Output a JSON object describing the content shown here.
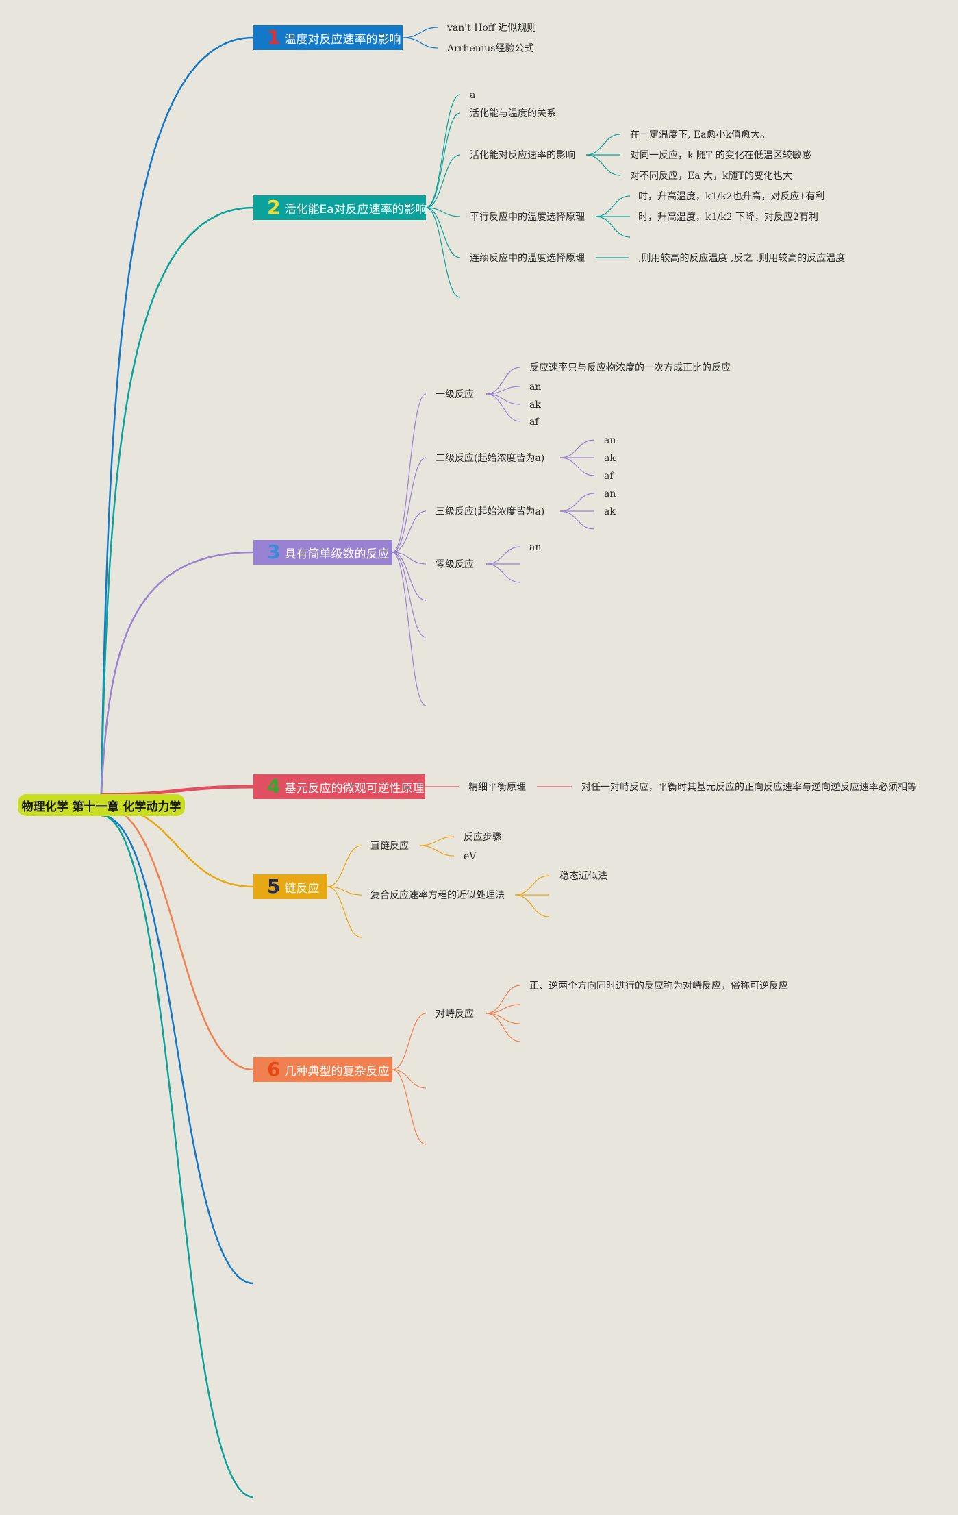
{
  "root": {
    "label": "物理化学 第十一章 化学动力学"
  },
  "topics": [
    {
      "num": "1",
      "label": "温度对反应速率的影响",
      "color": "#1478c8",
      "num_color": "#e03030",
      "children": [
        "van't Hoff 近似规则",
        "Arrhenius经验公式"
      ]
    },
    {
      "num": "2",
      "label": "活化能Ea对反应速率的影响",
      "color": "#0aa29a",
      "num_color": "#f0dc32",
      "children": [
        {
          "label": "a"
        },
        {
          "label": "活化能与温度的关系"
        },
        {
          "label": "活化能对反应速率的影响",
          "children": [
            "在一定温度下, Ea愈小k值愈大。",
            "对同一反应，k 随T 的变化在低温区较敏感",
            "对不同反应，Ea 大，k随T的变化也大"
          ]
        },
        {
          "label": "平行反应中的温度选择原理",
          "children": [
            "时，升高温度，k1/k2也升高，对反应1有利",
            "时，升高温度，k1/k2 下降，对反应2有利"
          ]
        },
        {
          "label": "连续反应中的温度选择原理",
          "children": [
            ",则用较高的反应温度 ,反之 ,则用较高的反应温度"
          ]
        }
      ]
    },
    {
      "num": "3",
      "label": "具有简单级数的反应",
      "color": "#9a82d2",
      "num_color": "#3a8cd8",
      "children": [
        {
          "label": "一级反应",
          "children": [
            "反应速率只与反应物浓度的一次方成正比的反应",
            "an",
            "ak",
            "af"
          ]
        },
        {
          "label": "二级反应(起始浓度皆为a)",
          "children": [
            "an",
            "ak",
            "af"
          ]
        },
        {
          "label": "三级反应(起始浓度皆为a)",
          "children": [
            "an",
            "ak"
          ]
        },
        {
          "label": "零级反应",
          "children": [
            "an"
          ]
        }
      ]
    },
    {
      "num": "4",
      "label": "基元反应的微观可逆性原理",
      "color": "#e05060",
      "num_color": "#36a832",
      "children": [
        {
          "label": "精细平衡原理",
          "children": [
            "对任一对峙反应，平衡时其基元反应的正向反应速率与逆向逆反应速率必须相等"
          ]
        }
      ]
    },
    {
      "num": "5",
      "label": "链反应",
      "color": "#e8a814",
      "num_color": "#1e2a5a",
      "children": [
        {
          "label": "直链反应",
          "children": [
            "反应步骤",
            "eV"
          ]
        },
        {
          "label": "复合反应速率方程的近似处理法",
          "children": [
            "稳态近似法"
          ]
        }
      ]
    },
    {
      "num": "6",
      "label": "几种典型的复杂反应",
      "color": "#f08050",
      "num_color": "#e84818",
      "children": [
        {
          "label": "对峙反应",
          "children": [
            "正、逆两个方向同时进行的反应称为对峙反应，俗称可逆反应"
          ]
        }
      ]
    }
  ],
  "colors": {
    "background": "#e8e5dc",
    "root": "#c9dd22",
    "extra_blue": "#1478c8",
    "extra_teal": "#0aa29a"
  }
}
